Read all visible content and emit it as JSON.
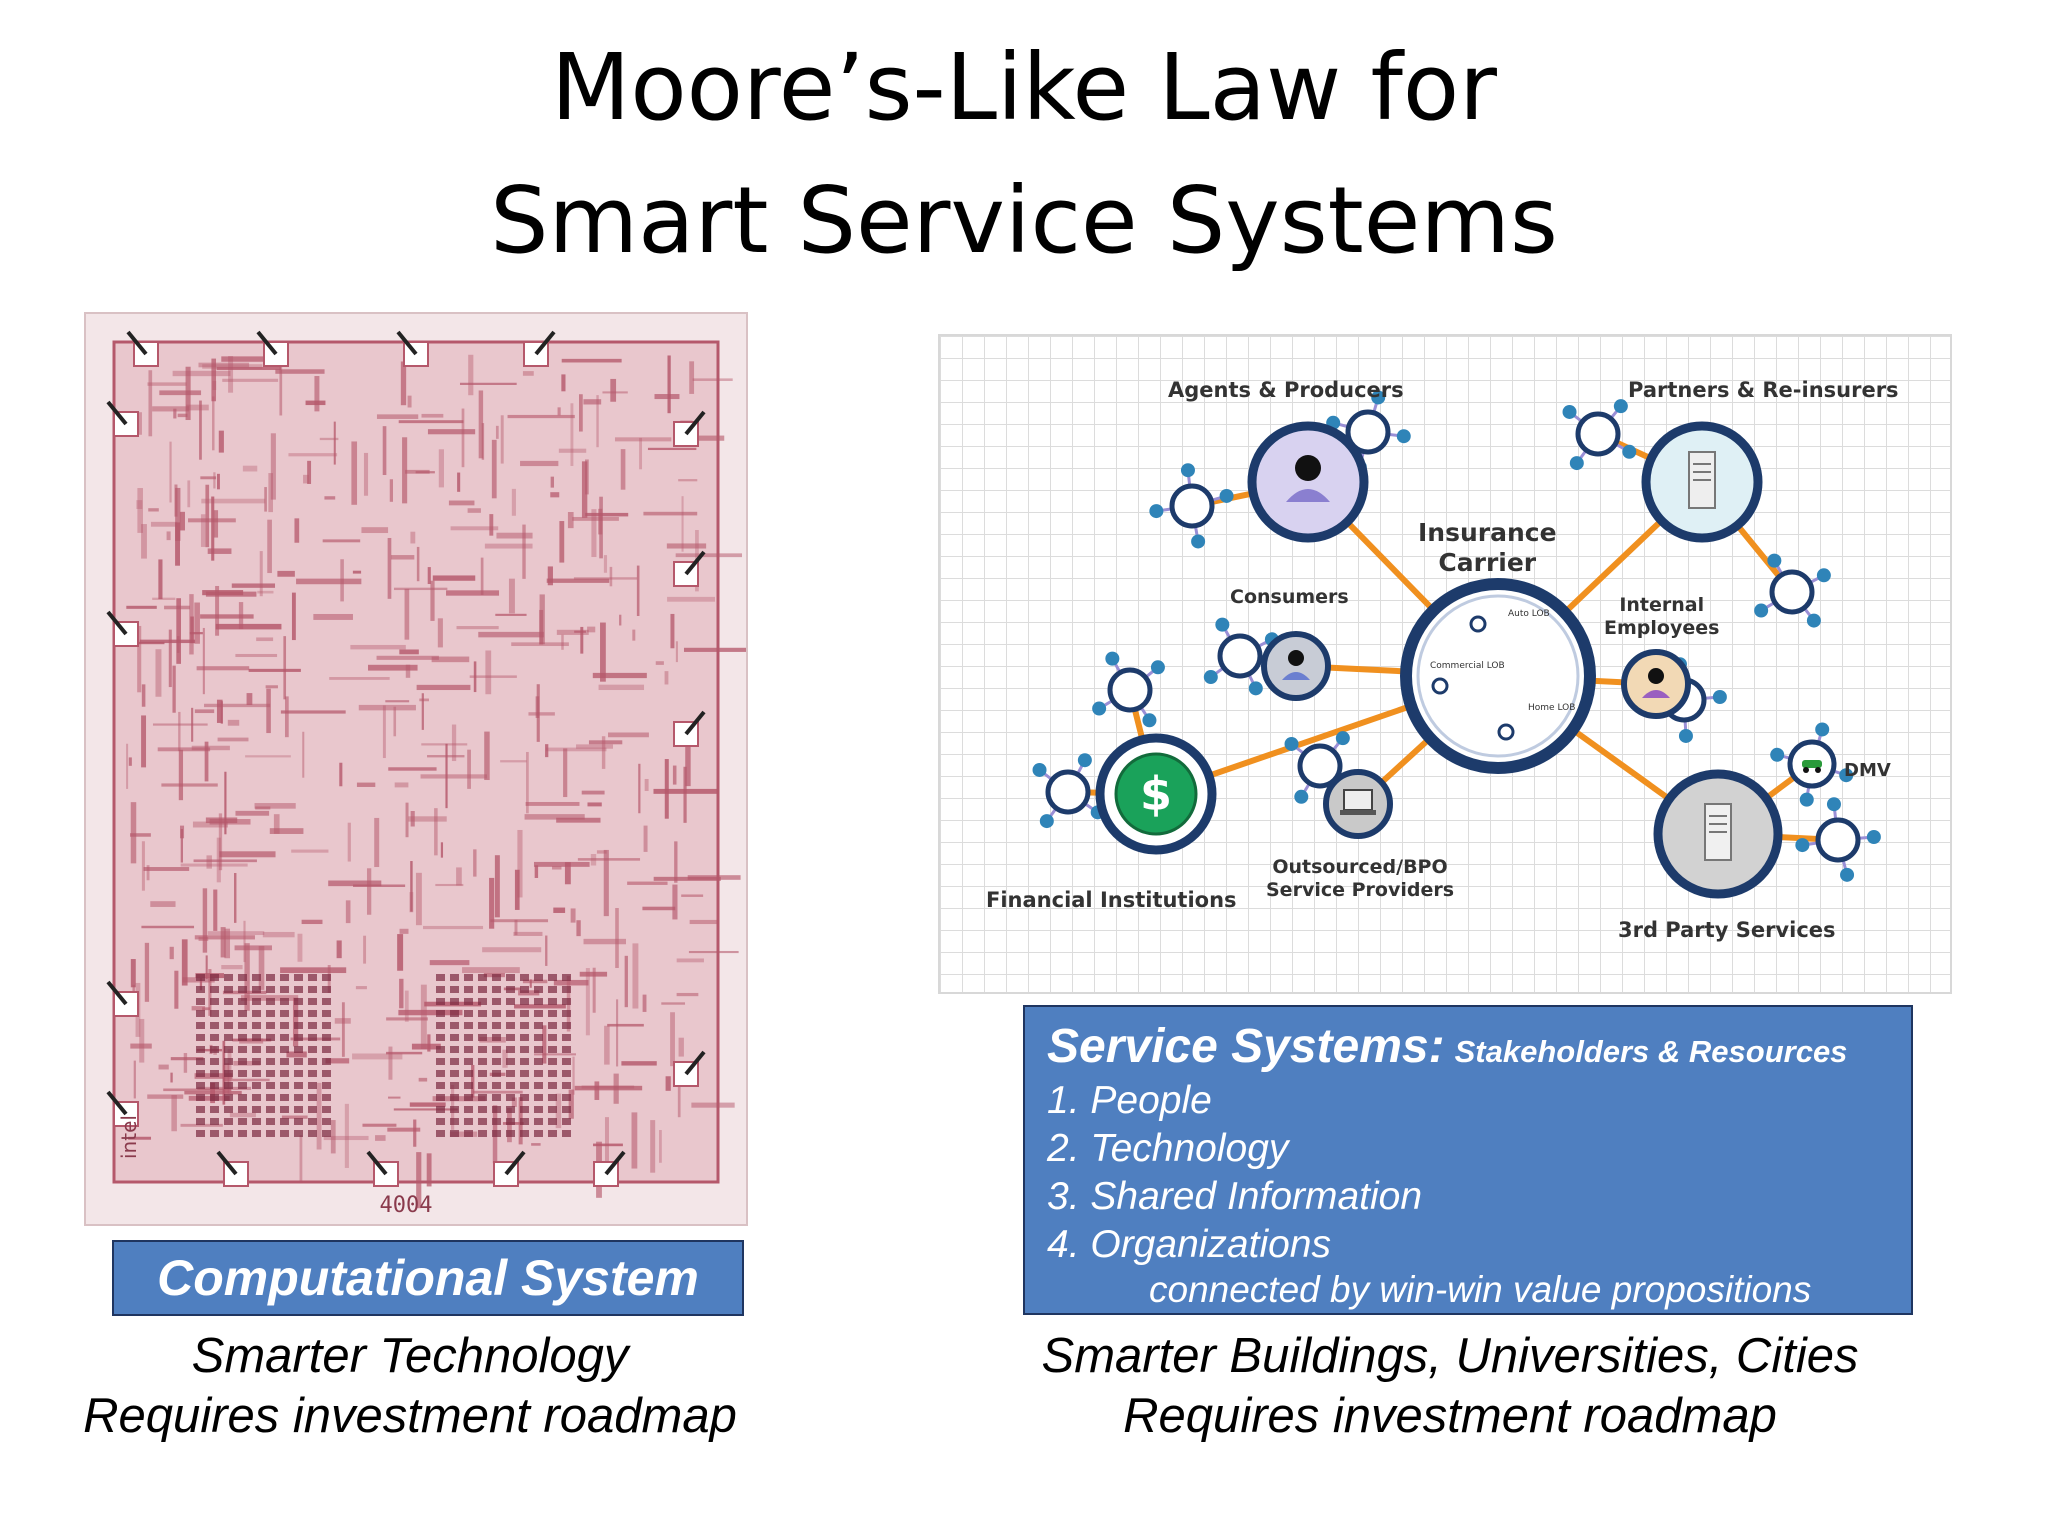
{
  "title": {
    "line1": "Moore’s-Like Law for",
    "line2": "Smart Service Systems"
  },
  "left": {
    "chip_marking": "4004",
    "chip_logo": "intel",
    "box_label": "Computational System",
    "caption_line1": "Smarter Technology",
    "caption_line2": "Requires investment roadmap"
  },
  "network": {
    "center_label": "Insurance\nCarrier",
    "center_inner": [
      "Auto LOB",
      "Commercial LOB",
      "Home LOB"
    ],
    "nodes": [
      {
        "id": "agents",
        "label": "Agents & Producers",
        "icon": "person-icon"
      },
      {
        "id": "partners",
        "label": "Partners & Re-insurers",
        "icon": "server-icon"
      },
      {
        "id": "consumers",
        "label": "Consumers",
        "icon": "person-icon"
      },
      {
        "id": "internal",
        "label": "Internal\nEmployees",
        "icon": "person-icon"
      },
      {
        "id": "financial",
        "label": "Financial Institutions",
        "icon": "dollar-icon"
      },
      {
        "id": "outsourced",
        "label": "Outsourced/BPO\nService Providers",
        "icon": "laptop-icon"
      },
      {
        "id": "third",
        "label": "3rd Party Services",
        "icon": "server-icon"
      },
      {
        "id": "dmv",
        "label": "DMV",
        "icon": "car-icon"
      }
    ]
  },
  "right": {
    "box_title": "Service Systems:",
    "box_subtitle": "Stakeholders & Resources",
    "items": [
      "1. People",
      "2. Technology",
      "3. Shared Information",
      "4. Organizations"
    ],
    "connector": "connected by win-win value propositions",
    "caption_line1": "Smarter Buildings, Universities, Cities",
    "caption_line2": "Requires investment roadmap"
  },
  "colors": {
    "box_fill": "#4f7fc0",
    "box_border": "#1f3560",
    "chip_trace": "#b5586b",
    "link_orange": "#f0901f",
    "node_navy": "#1d3b6b",
    "satellite_teal": "#2f84b8"
  }
}
